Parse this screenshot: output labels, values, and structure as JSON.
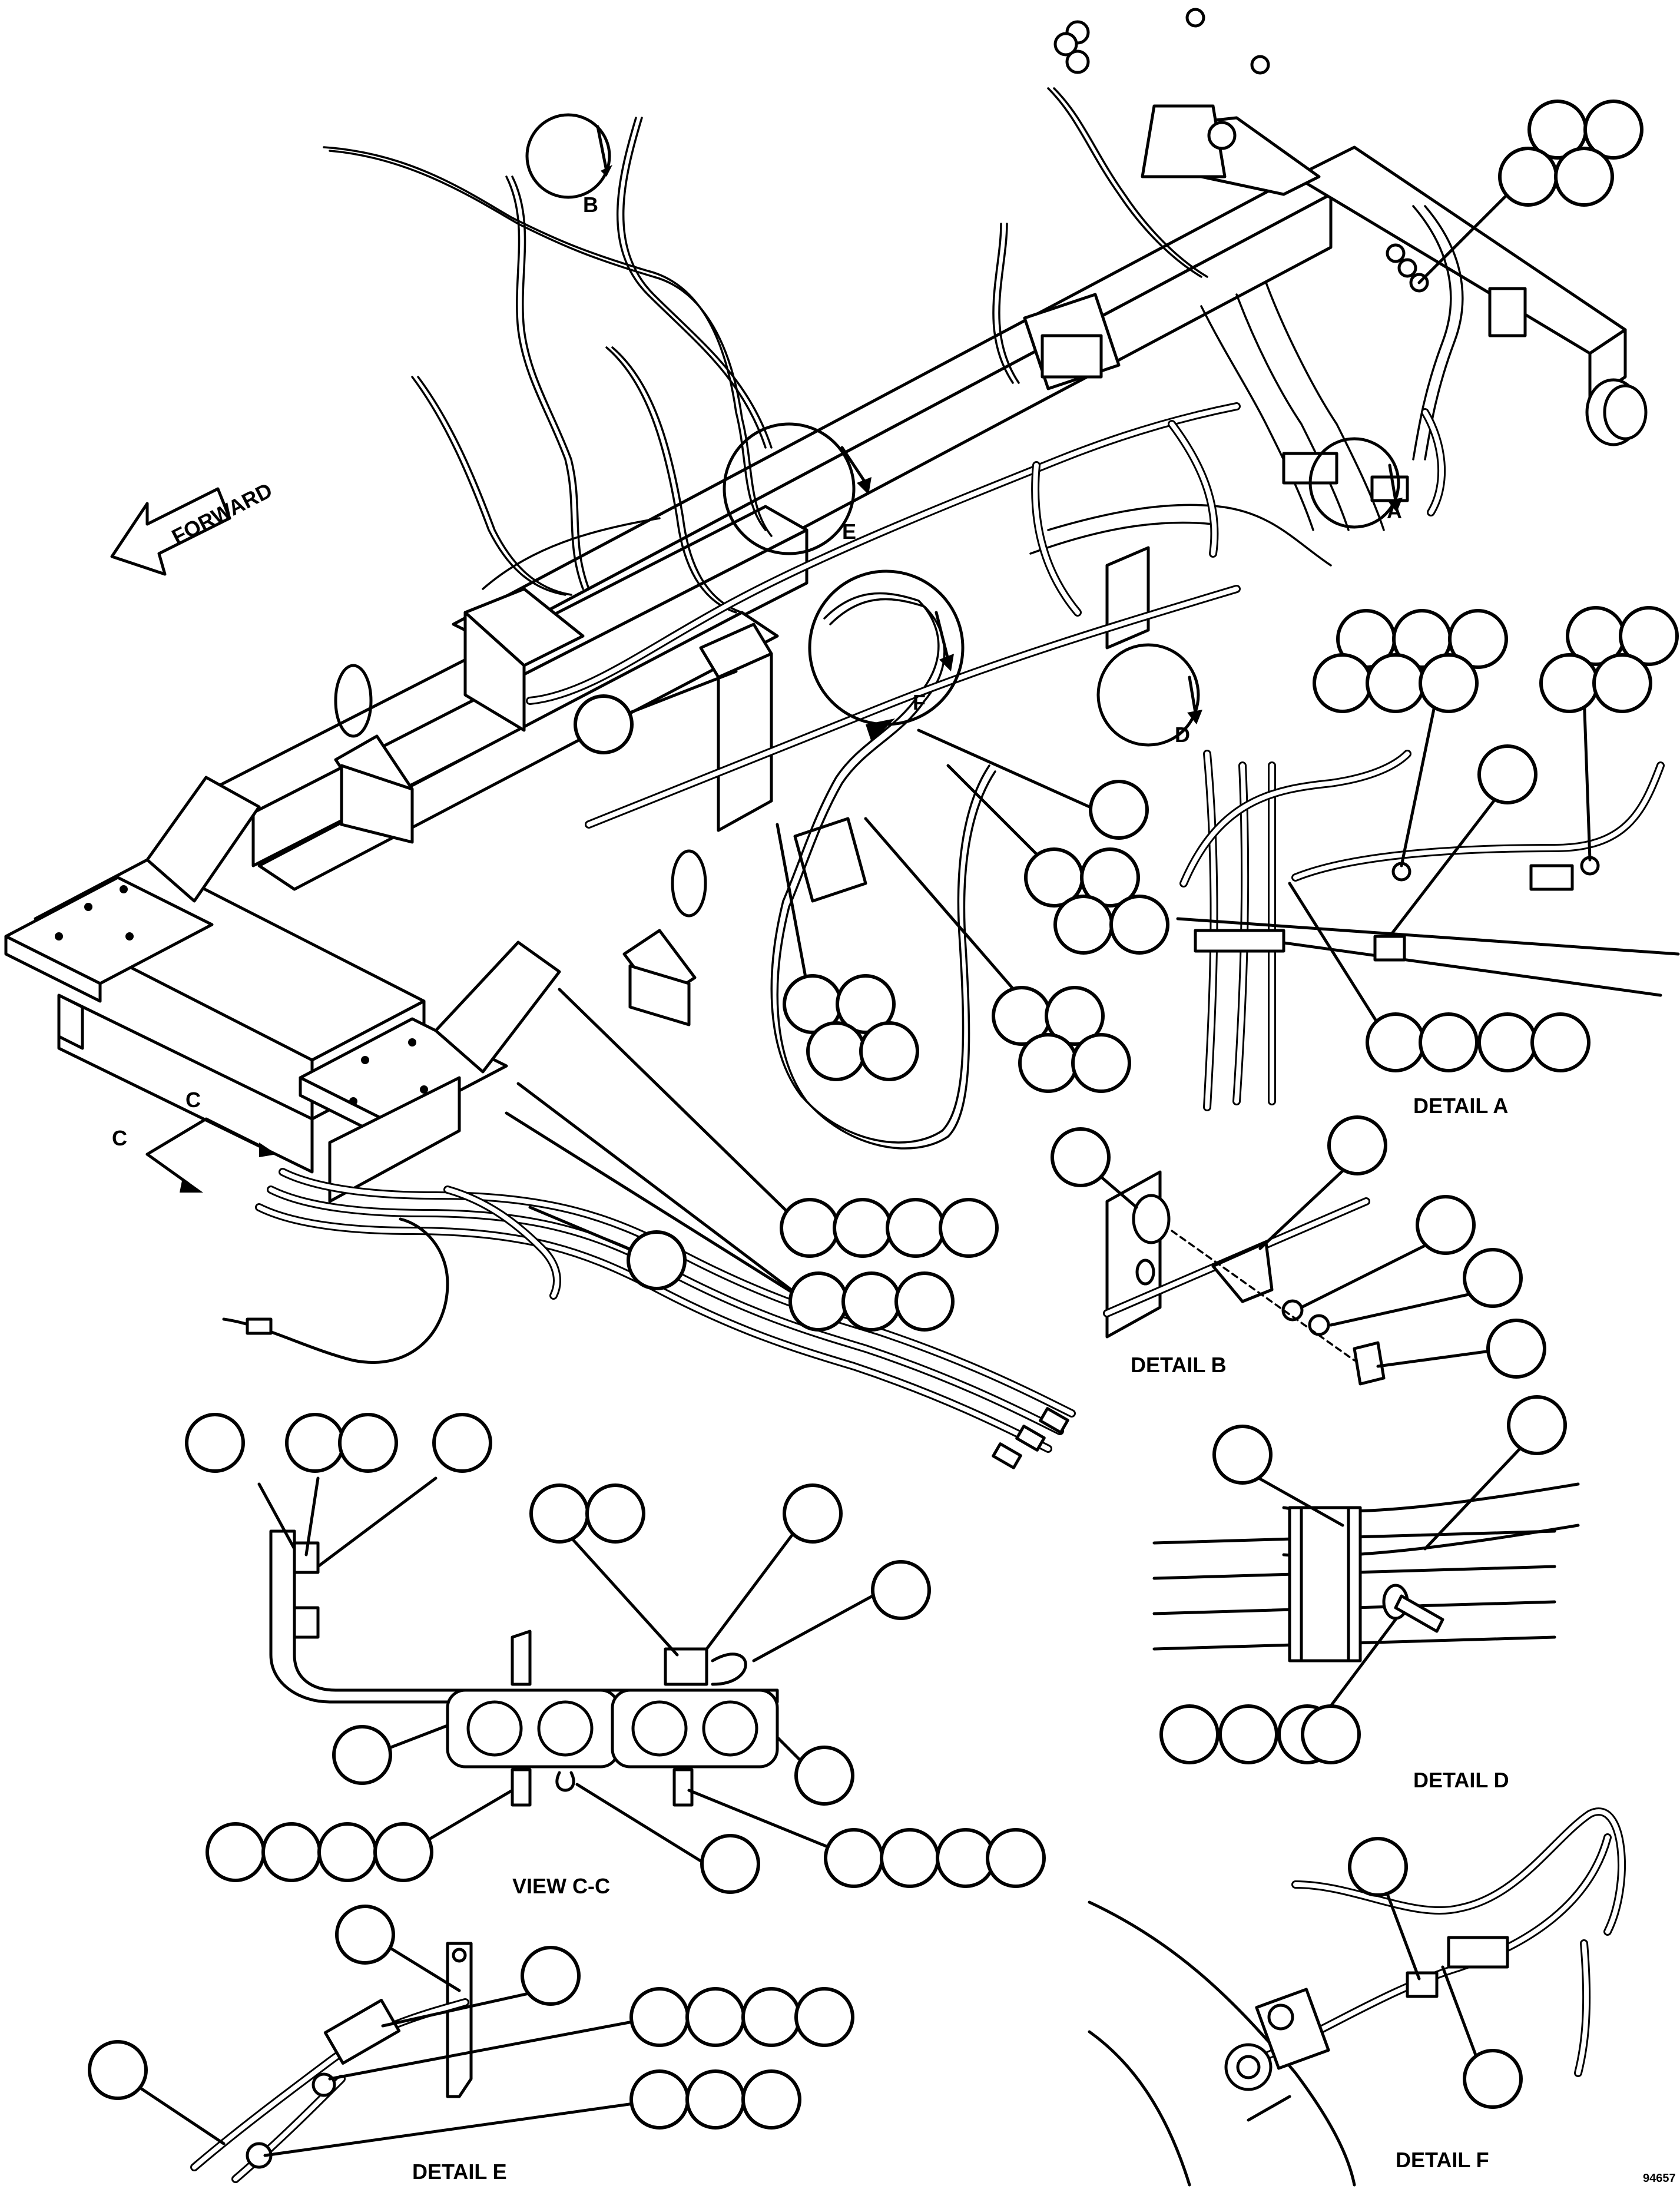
{
  "labels": {
    "forward": "FORWARD",
    "detail_a": "DETAIL A",
    "detail_b": "DETAIL B",
    "detail_d": "DETAIL D",
    "detail_e": "DETAIL E",
    "detail_f": "DETAIL F",
    "view_cc": "VIEW C-C",
    "marker_a": "A",
    "marker_b": "B",
    "marker_c_1": "C",
    "marker_c_2": "C",
    "marker_d": "D",
    "marker_e": "E",
    "marker_f": "F",
    "drawing_number": "94657"
  }
}
